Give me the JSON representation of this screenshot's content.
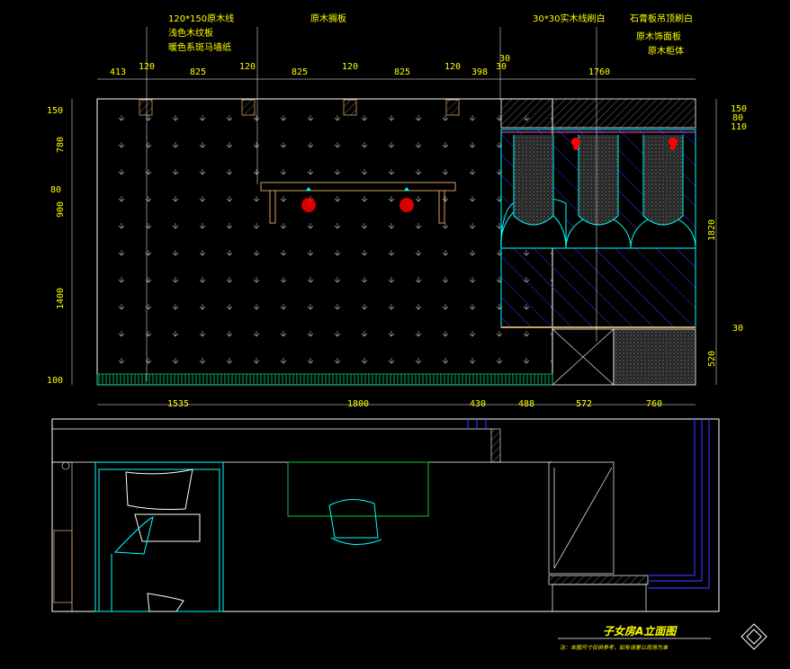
{
  "title": "子女房A立面图",
  "remark": "注：本图尺寸仅供参考，如有误差以现场为准",
  "annotations": {
    "skirting": "120*150原木线",
    "wall_paper": "浅色木纹板",
    "wall_finish": "暖色系斑马墙纸",
    "shelf": "原木搁板",
    "wardrobe_edge": "30*30实木线刷白",
    "countertop": "石膏板吊顶刷白",
    "panel_finish": "原木饰面板",
    "cabinet": "原木柜体"
  },
  "top_dimensions": [
    "413",
    "120",
    "825",
    "120",
    "825",
    "120",
    "825",
    "120",
    "398",
    "30",
    "30",
    "1760"
  ],
  "bottom_dimensions": [
    "1535",
    "1800",
    "430",
    "488",
    "572",
    "760"
  ],
  "left_dimensions": [
    "150",
    "780",
    "80",
    "900",
    "1400",
    "100"
  ],
  "right_dimensions": [
    "150",
    "80",
    "110",
    "1820",
    "30",
    "520"
  ],
  "colors": {
    "background": "#000000",
    "dimension": "#ffff00",
    "lines": "#ffffff",
    "wardrobe": "#00ffff",
    "hatch": "#3333ff",
    "lamp": "#ff0000",
    "wood": "#d4a060",
    "green": "#00cc66"
  }
}
